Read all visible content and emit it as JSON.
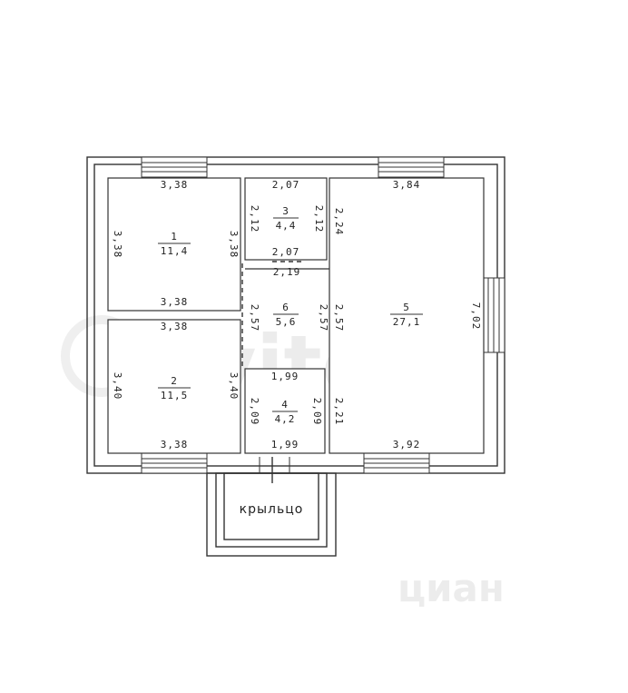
{
  "watermarks": {
    "avito": "Avito",
    "cian": "циан"
  },
  "porch": {
    "label": "крыльцо"
  },
  "rooms": {
    "r1": {
      "number": "1",
      "area": "11,4",
      "top": "3,38",
      "bottom": "3,38",
      "left": "3,38",
      "right": "3,38"
    },
    "r2": {
      "number": "2",
      "area": "11,5",
      "top": "3,38",
      "bottom": "3,38",
      "left": "3,40",
      "right": "3,40"
    },
    "r3": {
      "number": "3",
      "area": "4,4",
      "top": "2,07",
      "bottom": "2,07",
      "left": "2,12",
      "right": "2,12"
    },
    "r4": {
      "number": "4",
      "area": "4,2",
      "top": "1,99",
      "bottom": "1,99",
      "left": "2,09",
      "right": "2,09"
    },
    "r5": {
      "number": "5",
      "area": "27,1",
      "top": "3,84",
      "bottom": "3,92",
      "left_upper": "2,24",
      "left_mid": "2,57",
      "left_lower": "2,21",
      "right": "7,02"
    },
    "r6": {
      "number": "6",
      "area": "5,6",
      "top": "2,19",
      "left": "2,57",
      "right": "2,57"
    }
  }
}
